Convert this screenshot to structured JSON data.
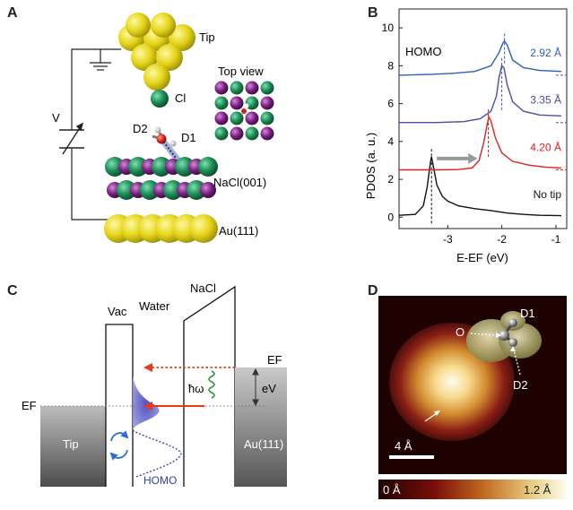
{
  "panels": {
    "A": {
      "label": "A",
      "tip": "Tip",
      "top_view": "Top view",
      "cl": "Cl",
      "v": "V",
      "d1": "D1",
      "d2": "D2",
      "nacl": "NaCl(001)",
      "au": "Au(111)"
    },
    "B": {
      "label": "B",
      "homo": "HOMO",
      "ylabel": "PDOS (a. u.)",
      "xlabel": "E-EF (eV)",
      "xticks": [
        "-3",
        "-2",
        "-1"
      ],
      "yticks": [
        "0",
        "2",
        "4",
        "6",
        "8",
        "10"
      ]
    },
    "C": {
      "label": "C",
      "vac": "Vac",
      "water": "Water",
      "nacl": "NaCl",
      "ef_left": "EF",
      "ef_right": "EF",
      "ev": "eV",
      "hw": "ħω",
      "tip": "Tip",
      "au": "Au(111)",
      "homo": "HOMO"
    },
    "D": {
      "label": "D",
      "o": "O",
      "d1": "D1",
      "d2": "D2",
      "scale": "4 Å",
      "cb_min": "0 Å",
      "cb_max": "1.2 Å"
    }
  },
  "chart_data": {
    "type": "line",
    "xlabel": "E-EF (eV)",
    "ylabel": "PDOS (a. u.)",
    "xlim": [
      -3.9,
      -0.8
    ],
    "ylim": [
      -0.6,
      11
    ],
    "title": "HOMO",
    "series": [
      {
        "name": "No tip",
        "color": "#111111",
        "offset": 0,
        "peak_x": -3.3,
        "peak_y": 3.2,
        "points": [
          [
            -3.9,
            0.1
          ],
          [
            -3.6,
            0.15
          ],
          [
            -3.45,
            0.6
          ],
          [
            -3.38,
            1.6
          ],
          [
            -3.32,
            2.9
          ],
          [
            -3.3,
            3.2
          ],
          [
            -3.26,
            2.6
          ],
          [
            -3.2,
            1.7
          ],
          [
            -3.1,
            1.1
          ],
          [
            -3.0,
            0.85
          ],
          [
            -2.8,
            0.6
          ],
          [
            -2.5,
            0.45
          ],
          [
            -2.2,
            0.35
          ],
          [
            -1.9,
            0.22
          ],
          [
            -1.6,
            0.15
          ],
          [
            -1.3,
            0.1
          ],
          [
            -0.9,
            0.08
          ]
        ]
      },
      {
        "name": "4.20 Å",
        "color": "#e02020",
        "offset": 2.5,
        "peak_x": -2.25,
        "peak_y": 5.3,
        "points": [
          [
            -3.9,
            2.5
          ],
          [
            -3.2,
            2.5
          ],
          [
            -2.8,
            2.52
          ],
          [
            -2.55,
            2.6
          ],
          [
            -2.42,
            3.0
          ],
          [
            -2.33,
            4.0
          ],
          [
            -2.27,
            4.9
          ],
          [
            -2.24,
            5.3
          ],
          [
            -2.2,
            5.1
          ],
          [
            -2.12,
            4.2
          ],
          [
            -2.0,
            3.4
          ],
          [
            -1.8,
            2.95
          ],
          [
            -1.5,
            2.75
          ],
          [
            -1.2,
            2.65
          ],
          [
            -0.9,
            2.6
          ]
        ]
      },
      {
        "name": "3.35 Å",
        "color": "#4b4ba8",
        "offset": 5,
        "peak_x": -2.0,
        "peak_y": 8.0,
        "points": [
          [
            -3.9,
            5.0
          ],
          [
            -3.2,
            5.0
          ],
          [
            -2.7,
            5.05
          ],
          [
            -2.4,
            5.2
          ],
          [
            -2.2,
            5.6
          ],
          [
            -2.1,
            6.4
          ],
          [
            -2.05,
            7.4
          ],
          [
            -2.0,
            8.0
          ],
          [
            -1.96,
            7.9
          ],
          [
            -1.9,
            7.0
          ],
          [
            -1.8,
            6.1
          ],
          [
            -1.6,
            5.6
          ],
          [
            -1.3,
            5.4
          ],
          [
            -0.9,
            5.35
          ]
        ]
      },
      {
        "name": "2.92 Å",
        "color": "#2d5fb8",
        "offset": 7.5,
        "peak_x": -1.95,
        "peak_y": 9.3,
        "points": [
          [
            -3.9,
            7.5
          ],
          [
            -3.3,
            7.55
          ],
          [
            -2.9,
            7.6
          ],
          [
            -2.5,
            7.7
          ],
          [
            -2.2,
            8.0
          ],
          [
            -2.05,
            8.7
          ],
          [
            -1.98,
            9.2
          ],
          [
            -1.95,
            9.3
          ],
          [
            -1.9,
            9.1
          ],
          [
            -1.8,
            8.3
          ],
          [
            -1.6,
            7.9
          ],
          [
            -1.3,
            7.75
          ],
          [
            -0.9,
            7.7
          ]
        ]
      }
    ],
    "colors": {
      "no_tip": "#111111",
      "d420": "#e02020",
      "d335": "#4b4ba8",
      "d292": "#2d5fb8"
    }
  },
  "colors": {
    "tip_gold": "#e6d51a",
    "cl_green": "#1b8a55",
    "na_purple": "#7a1f82",
    "nacl_dark": "#1d6b45",
    "homo_blue": "#5a5ac0",
    "arrow_red": "#e8391d",
    "wave_green": "#2a9a3a"
  }
}
